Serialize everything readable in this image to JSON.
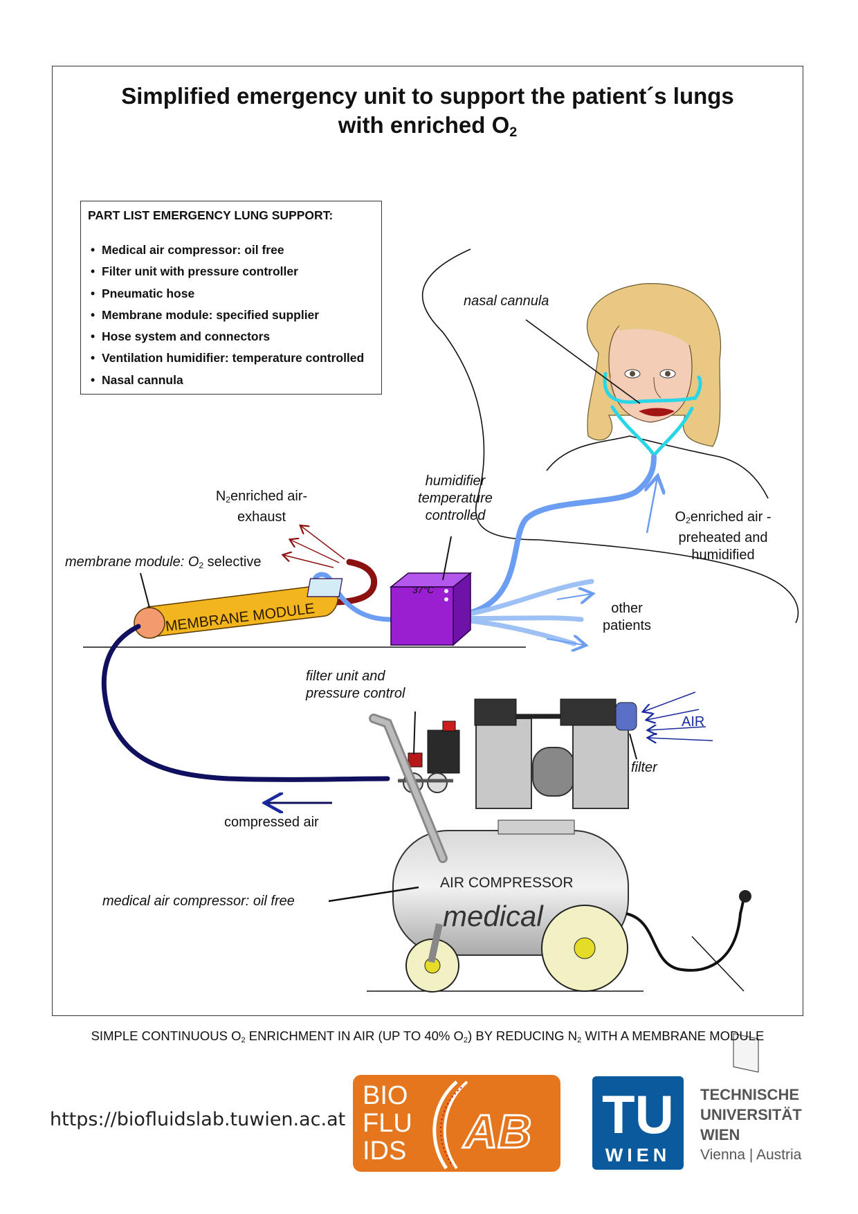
{
  "title": {
    "line1": "Simplified emergency unit to support the patient´s lungs",
    "line2_text": "with enriched O",
    "line2_sub": "2"
  },
  "part_list": {
    "heading": "PART LIST EMERGENCY LUNG SUPPORT:",
    "items": [
      "Medical air compressor: oil free",
      "Filter unit with pressure controller",
      "Pneumatic hose",
      "Membrane module: specified supplier",
      "Hose system and connectors",
      "Ventilation humidifier: temperature controlled",
      "Nasal cannula"
    ]
  },
  "labels": {
    "nasal_cannula": "nasal cannula",
    "humidifier_l1": "humidifier",
    "humidifier_l2": "temperature",
    "humidifier_l3": "controlled",
    "humidifier_display": "37°C",
    "exhaust_n": "N",
    "exhaust_sub": "2",
    "exhaust_l1_rest": "enriched air-",
    "exhaust_l2": "exhaust",
    "membrane_module_label": "membrane module: O",
    "membrane_module_sub": "2",
    "membrane_module_rest": "selective",
    "membrane_module_body": "MEMBRANE MODULE",
    "o2_enriched_o": "O",
    "o2_enriched_sub": "2",
    "o2_enriched_l1_rest": "enriched air -",
    "o2_enriched_l2": "preheated and",
    "o2_enriched_l3": "humidified",
    "other_patients_l1": "other",
    "other_patients_l2": "patients",
    "filter_unit_l1": "filter unit and",
    "filter_unit_l2": "pressure control",
    "air": "AIR",
    "filter": "filter",
    "compressed_air": "compressed air",
    "medical_compressor": "medical air compressor: oil free",
    "compressor_body": "AIR COMPRESSOR",
    "compressor_script": "medical"
  },
  "caption": {
    "p1": "SIMPLE CONTINUOUS O",
    "s1": "2",
    "p2": " ENRICHMENT IN AIR (UP TO 40% O",
    "s2": "2",
    "p3": ") BY REDUCING N",
    "s3": "2",
    "p4": " WITH A MEMBRANE MODULE"
  },
  "footer": {
    "url": "https://biofluidslab.tuwien.ac.at",
    "biofluids_l1": "BIO",
    "biofluids_l2": "FLU",
    "biofluids_l3": "IDS",
    "biofluids_ab": "AB",
    "tu_letters": "TU",
    "tu_wien": "WIEN",
    "tu_name_l1": "TECHNISCHE",
    "tu_name_l2": "UNIVERSITÄT",
    "tu_name_l3": "WIEN",
    "tu_name_l4": "Vienna | Austria"
  },
  "colors": {
    "membrane_yellow": "#f3b51d",
    "humidifier_purple": "#9a1fd0",
    "hose_navy": "#10105e",
    "hose_light_blue": "#6b9df2",
    "exhaust_red": "#8b1010",
    "cannula_cyan": "#29d6e6",
    "hair": "#e9c883",
    "skin": "#f4cdb6",
    "biofluids_orange": "#e5761d",
    "tu_blue": "#0b5a9e"
  }
}
